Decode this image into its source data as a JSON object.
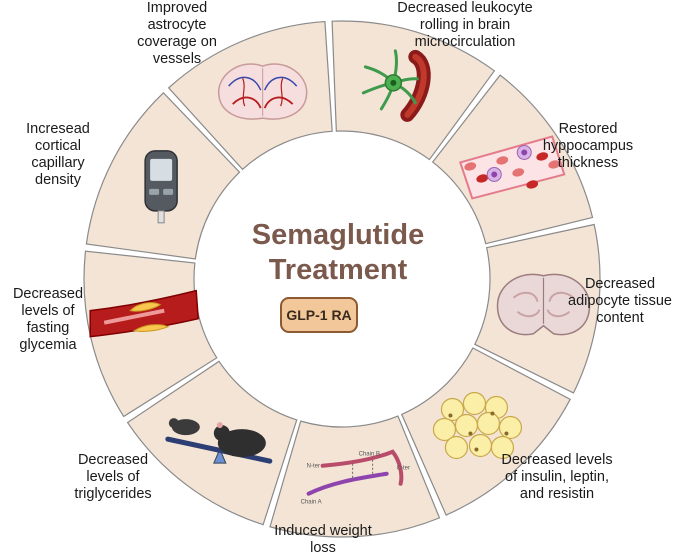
{
  "center": {
    "title": "Semaglutide\nTreatment",
    "badge": "GLP-1 RA"
  },
  "effects": [
    {
      "id": "astrocyte",
      "label": "Improved\nastrocyte\ncoverage on\nvessels",
      "icon": "astrocyte-vessel-icon"
    },
    {
      "id": "leukocyte",
      "label": "Decreased leukocyte\nrolling in brain\nmicrocirculation",
      "icon": "blood-vessel-cells-icon"
    },
    {
      "id": "hippocampus",
      "label": "Restored\nhyppocampus\nthickness",
      "icon": "brain-section-icon"
    },
    {
      "id": "adipocyte",
      "label": "Decreased\nadipocyte tissue\ncontent",
      "icon": "fat-cells-icon"
    },
    {
      "id": "insulin",
      "label": "Decreased levels\nof insulin,  leptin,\nand resistin",
      "icon": "insulin-chains-icon"
    },
    {
      "id": "weight",
      "label": "Induced weight\nloss",
      "icon": "mice-seesaw-icon"
    },
    {
      "id": "triglycerides",
      "label": "Decreased\nlevels of\ntriglycerides",
      "icon": "artery-plaque-icon"
    },
    {
      "id": "glycemia",
      "label": "Decreased\nlevels of\nfasting\nglycemia",
      "icon": "glucometer-icon"
    },
    {
      "id": "capillary",
      "label": "Incresead\ncortical\ncapillary\ndensity",
      "icon": "brain-vasculature-icon"
    }
  ],
  "icon_text": {
    "chain_b": "Chain B",
    "chain_a": "Chain A",
    "n_ter": "N-ter",
    "c_ter": "C-ter"
  },
  "colors": {
    "segment_fill": "#f3e4d6",
    "segment_stroke": "#8a8a8a",
    "title": "#7b5a4d",
    "badge_fill": "#f2c79a",
    "badge_stroke": "#8b5a33"
  }
}
